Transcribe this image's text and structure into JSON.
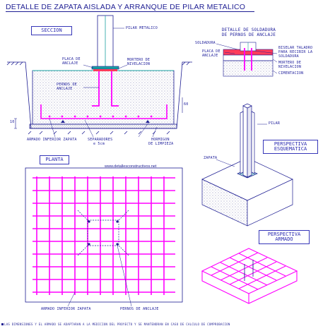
{
  "title": "DETALLE DE ZAPATA AISLADA Y ARRANQUE DE PILAR METALICO",
  "section": {
    "box": "SECCION",
    "pilar": "PILAR METALICO",
    "placa": [
      "PLACA DE",
      "ANCLAJE"
    ],
    "mortero": [
      "MORTERO DE",
      "NIVELACION"
    ],
    "pernos": [
      "PERNOS DE",
      "ANCLAJE"
    ],
    "armado": "ARMADO INFERIOR ZAPATA",
    "separadores": [
      "SEPARADORES",
      "e 5cm"
    ],
    "hormigon": [
      "HORMIGON",
      "DE LIMPIEZA"
    ],
    "dim_left": "10",
    "dim_right": "60"
  },
  "weld": {
    "heading": [
      "DETALLE DE SOLDADURA",
      "DE PERNOS DE ANCLAJE"
    ],
    "soldadura": "SOLDADURA",
    "placa": [
      "PLACA DE",
      "ANCLAJE"
    ],
    "taladro": [
      "BISELAR TALADRO",
      "PARA RECIBIR LA",
      "SOLDADURA"
    ],
    "mortero": [
      "MORTERO DE",
      "NIVELACION"
    ],
    "cimentacion": "CIMENTACION"
  },
  "persp": {
    "pilar": "PILAR",
    "zapata": "ZAPATA",
    "box": [
      "PERSPECTIVA",
      "ESQUEMATICA"
    ]
  },
  "plan": {
    "box": "PLANTA",
    "website": "www.detallesconstructivos.net",
    "armado": "ARMADO INFERIOR ZAPATA",
    "pernos": "PERNOS DE ANCLAJE"
  },
  "armado_box": [
    "PERSPECTIVA",
    "ARMADO"
  ],
  "note": "LAS DIMENSIONES Y EL ARMADO SE ADAPTARAN A LA MEDICION DEL PROYECTO Y SE MANTENDRAN EN CASO DE CALCULO DE COMPROBACION",
  "colors": {
    "ink": "#1d1d92",
    "rebar": "#ff00ff",
    "steel": "#1aa0a0",
    "concrete_dots": "#7a7aa8",
    "plate": "#ff3c5a"
  }
}
